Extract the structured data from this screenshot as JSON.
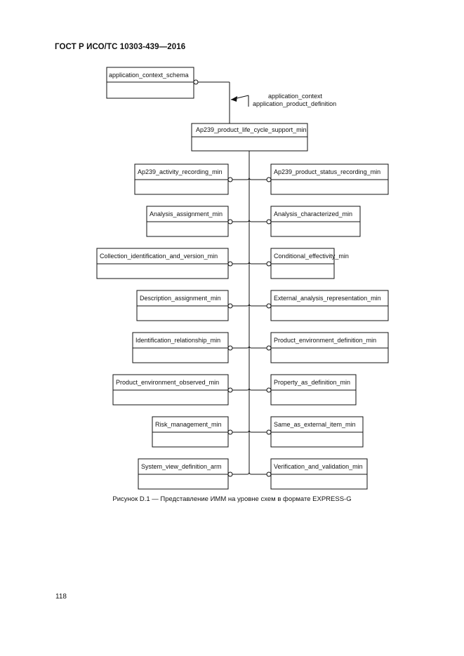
{
  "header": {
    "standard": "ГОСТ Р ИСО/ТС 10303-439—2016"
  },
  "diagram": {
    "top_entity": "application_context_schema",
    "main_entity": "Ap239_product_life_cycle_support_min",
    "relationship_labels": [
      "application_context",
      "application_product_definition"
    ],
    "left_entities": [
      "Ap239_activity_recording_min",
      "Analysis_assignment_min",
      "Collection_identification_and_version_min",
      "Description_assignment_min",
      "Identification_relationship_min",
      "Product_environment_observed_min",
      "Risk_management_min",
      "System_view_definition_arm"
    ],
    "right_entities": [
      "Ap239_product_status_recording_min",
      "Analysis_characterized_min",
      "Conditional_effectivity_min",
      "External_analysis_representation_min",
      "Product_environment_definition_min",
      "Property_as_definition_min",
      "Same_as_external_item_min",
      "Verification_and_validation_min"
    ]
  },
  "caption": "Рисунок D.1 — Представление ИММ на уровне схем в формате EXPRESS-G",
  "page_number": "118"
}
